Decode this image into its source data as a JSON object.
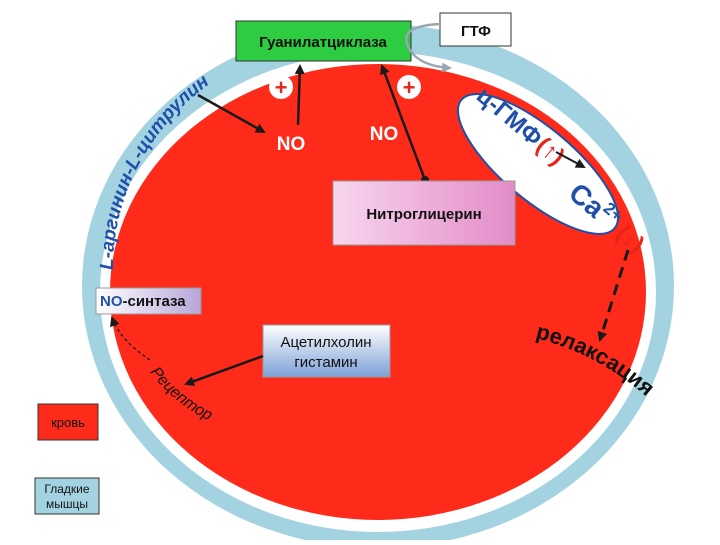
{
  "diagram": {
    "enzyme_box": "Гуанилатциклаза",
    "gtp_box": "ГТФ",
    "plus_left": "+",
    "plus_right": "+",
    "no_left": "NO",
    "no_right": "NO",
    "arginine_arc": "L-аргинин-L-цитрулин",
    "cgmp_label": "ц-ГМФ",
    "cgmp_arrow": "(↑)",
    "ca_label": "Ca",
    "ca_charge": "2+",
    "ca_arrow": "(↓)",
    "nitroglycerin_box": "Нитроглицерин",
    "no_synthase_no": "NO",
    "no_synthase_rest": "-синтаза",
    "agonist_line1": "Ацетилхолин",
    "agonist_line2": "гистамин",
    "receptor_arc": "Рецептор",
    "relaxation_arc": "релаксация",
    "legend_blood": "кровь",
    "legend_muscle_line1": "Гладкие",
    "legend_muscle_line2": "мышцы"
  },
  "colors": {
    "outer_ring": "#a3d3e1",
    "inner_fill": "#ff2b1a",
    "white_ring": "#ffffff",
    "green_box": "#2ecc40",
    "accent_blue": "#1f4fa8",
    "accent_red": "#e8231a",
    "pink_box": "#f4c6e4"
  }
}
